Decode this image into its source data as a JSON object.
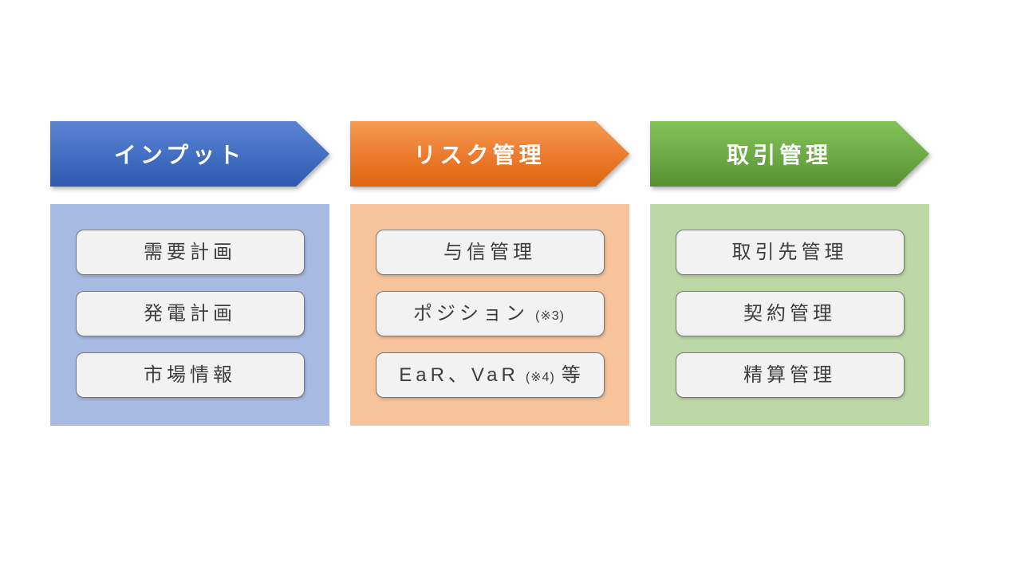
{
  "slide": {
    "background": "#ffffff"
  },
  "diagram": {
    "columns": [
      {
        "header": "インプット",
        "colors": {
          "arrow_top": "#5b83d2",
          "arrow_mid": "#4471c4",
          "arrow_bottom": "#2e58ad",
          "panel": "#a7bbe2"
        },
        "items": [
          {
            "main": "需要計画",
            "note": "",
            "suffix": ""
          },
          {
            "main": "発電計画",
            "note": "",
            "suffix": ""
          },
          {
            "main": "市場情報",
            "note": "",
            "suffix": ""
          }
        ]
      },
      {
        "header": "リスク管理",
        "colors": {
          "arrow_top": "#f49c52",
          "arrow_mid": "#ed7d31",
          "arrow_bottom": "#dd660e",
          "panel": "#f6c39b"
        },
        "items": [
          {
            "main": "与信管理",
            "note": "",
            "suffix": ""
          },
          {
            "main": "ポジション",
            "note": "(※3)",
            "suffix": ""
          },
          {
            "main": "EaR、VaR",
            "note": "(※4)",
            "suffix": "等"
          }
        ]
      },
      {
        "header": "取引管理",
        "colors": {
          "arrow_top": "#83c159",
          "arrow_mid": "#70ad47",
          "arrow_bottom": "#55902f",
          "panel": "#bdd8a7"
        },
        "items": [
          {
            "main": "取引先管理",
            "note": "",
            "suffix": ""
          },
          {
            "main": "契約管理",
            "note": "",
            "suffix": ""
          },
          {
            "main": "精算管理",
            "note": "",
            "suffix": ""
          }
        ]
      }
    ]
  }
}
